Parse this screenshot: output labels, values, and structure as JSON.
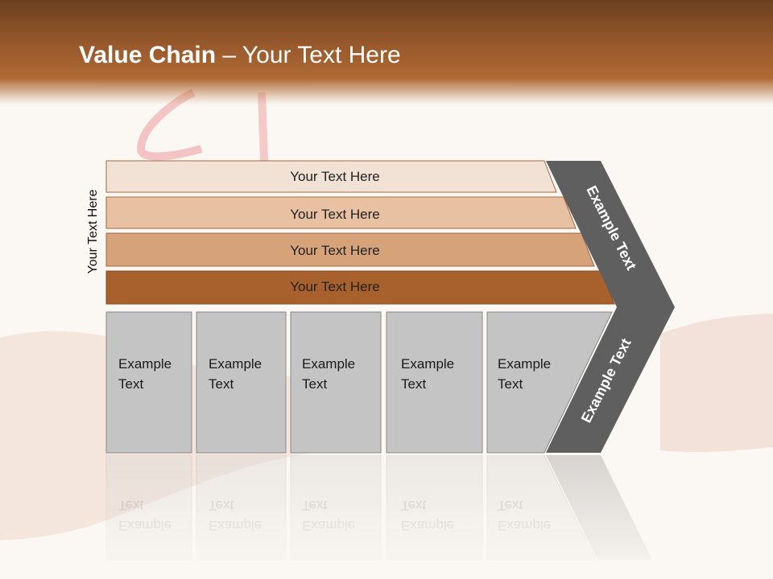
{
  "title": {
    "bold": "Value Chain",
    "separator": " – ",
    "rest": "Your Text Here"
  },
  "side_label": "Your Text Here",
  "bars": [
    {
      "label": "Your Text Here",
      "color": "#f2e2d6"
    },
    {
      "label": "Your Text Here",
      "color": "#e8c0a2"
    },
    {
      "label": "Your Text Here",
      "color": "#d6a27a"
    },
    {
      "label": "Your Text Here",
      "color": "#a8602c"
    }
  ],
  "columns": [
    {
      "line1": "Example",
      "line2": "Text"
    },
    {
      "line1": "Example",
      "line2": "Text"
    },
    {
      "line1": "Example",
      "line2": "Text"
    },
    {
      "line1": "Example",
      "line2": "Text"
    },
    {
      "line1": "Example",
      "line2": "Text"
    }
  ],
  "arrow": {
    "upper_label": "Example Text",
    "lower_label": "Example Text",
    "color": "#5f5f5f"
  },
  "colors": {
    "header": "#9a5a2c",
    "column_fill": "#c4c4c4"
  }
}
